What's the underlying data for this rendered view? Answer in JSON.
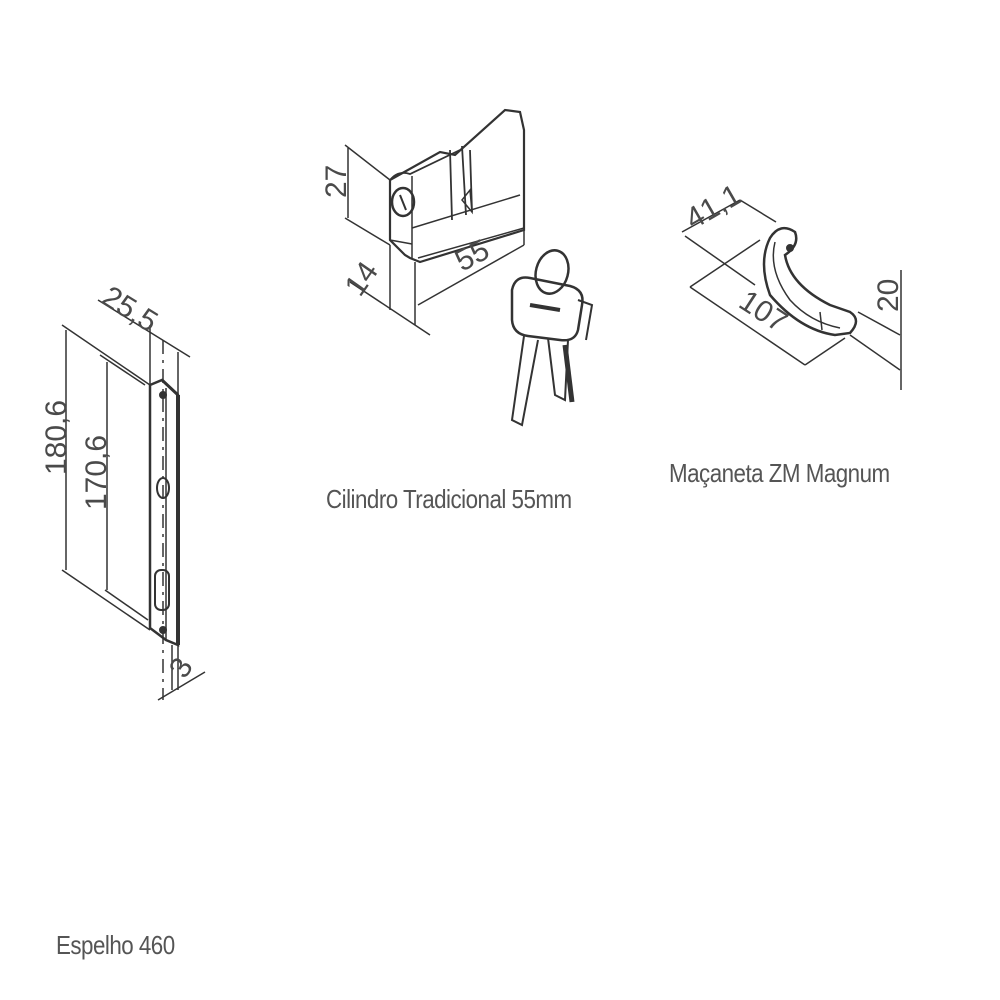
{
  "products": {
    "espelho": {
      "caption": "Espelho 460",
      "dimensions": {
        "total_height": "180,6",
        "inner_height": "170,6",
        "width": "25,5",
        "thickness": "3"
      }
    },
    "cilindro": {
      "caption": "Cilindro Tradicional 55mm",
      "dimensions": {
        "height": "27",
        "length": "55",
        "depth": "14"
      }
    },
    "macaneta": {
      "caption": "Maçaneta ZM Magnum",
      "dimensions": {
        "depth": "41,1",
        "length": "107",
        "height": "20"
      }
    }
  },
  "colors": {
    "line": "#333333",
    "text": "#4a4a4a",
    "caption": "#555555",
    "background": "#ffffff"
  }
}
